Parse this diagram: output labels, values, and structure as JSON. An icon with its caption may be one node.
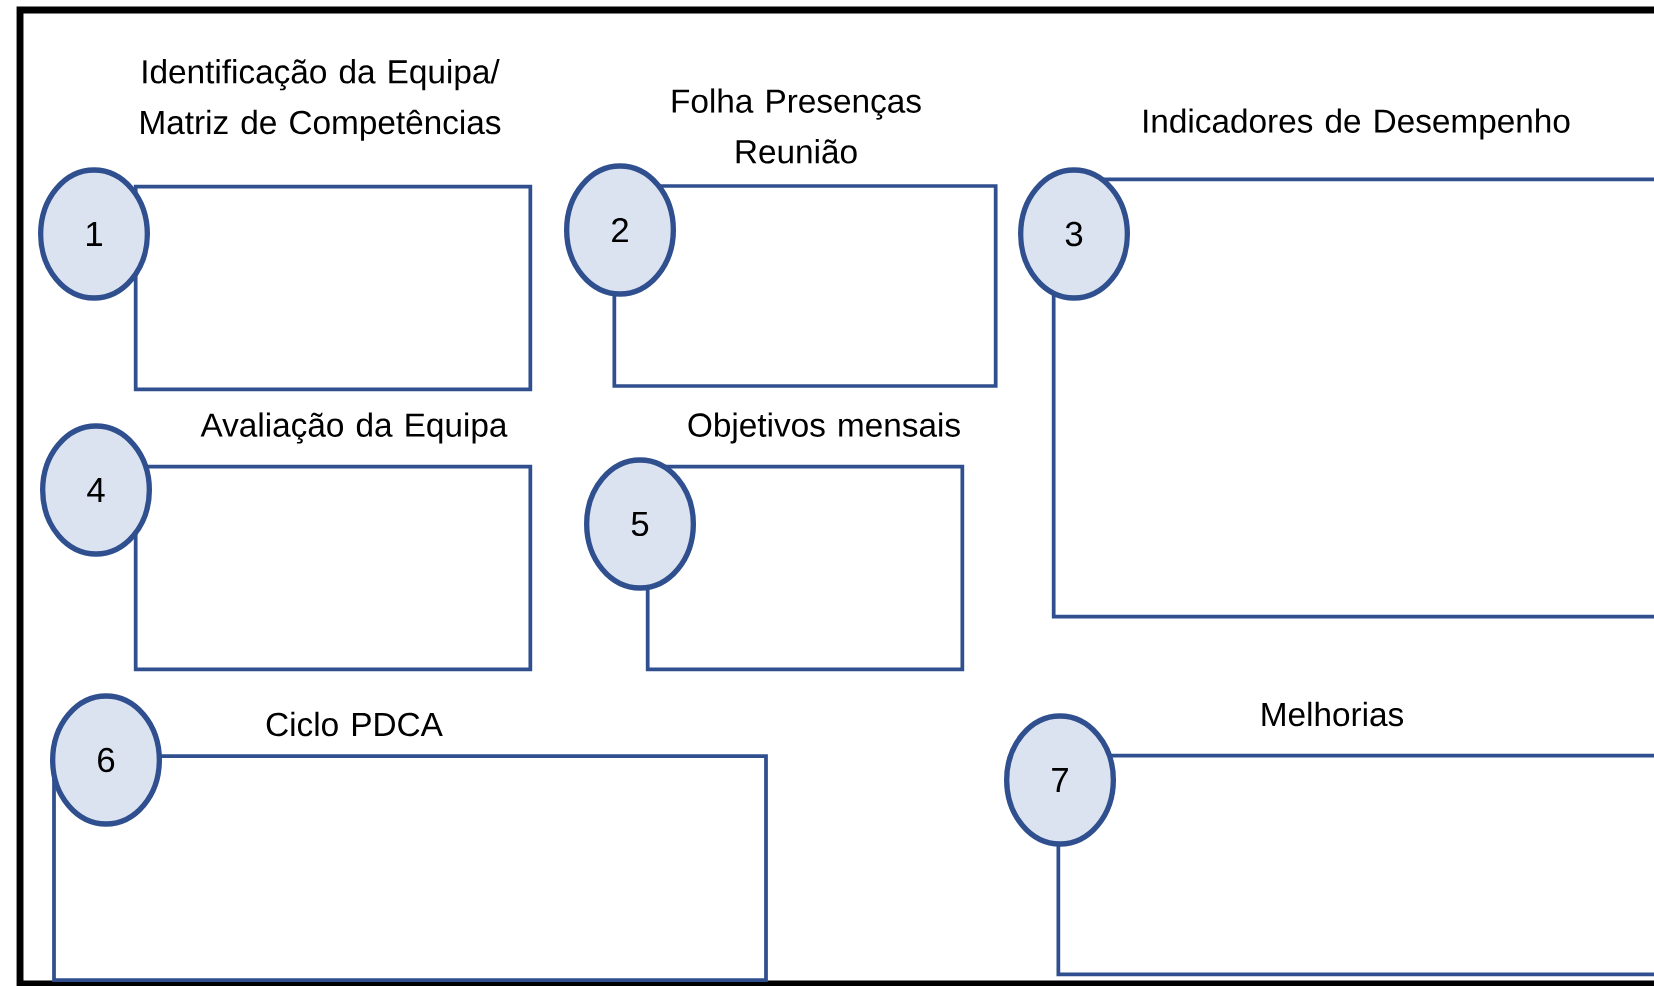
{
  "diagram": {
    "nodes": [
      {
        "text": [
          "1"
        ]
      },
      {
        "text": [
          "Identificação da Equipa/ Matriz de Competências"
        ]
      },
      {
        "text": [
          "2"
        ]
      },
      {
        "text": [
          "Folha Presenças Reunião"
        ]
      },
      {
        "text": [
          "3"
        ]
      },
      {
        "text": [
          "Indicadores de Desempenho"
        ]
      },
      {
        "text": [
          "4"
        ]
      },
      {
        "text": [
          "Avaliação da Equipa"
        ]
      },
      {
        "text": [
          "5"
        ]
      },
      {
        "text": [
          "Objetivos mensais"
        ]
      },
      {
        "text": [
          "6"
        ]
      },
      {
        "text": [
          "Ciclo PDCA"
        ]
      },
      {
        "text": [
          "7"
        ]
      },
      {
        "text": [
          "Melhorias"
        ]
      }
    ]
  }
}
